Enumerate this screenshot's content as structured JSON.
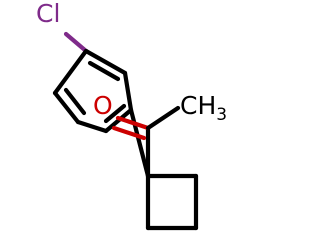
{
  "molecule": {
    "atoms": {
      "chlorine": {
        "label": "Cl",
        "color": "#7f2b8a"
      },
      "oxygen": {
        "label": "O",
        "color": "#cc0000"
      },
      "methyl": {
        "label": "CH",
        "subscript": "3",
        "color": "#000000"
      }
    },
    "bond_color": "#000000"
  }
}
